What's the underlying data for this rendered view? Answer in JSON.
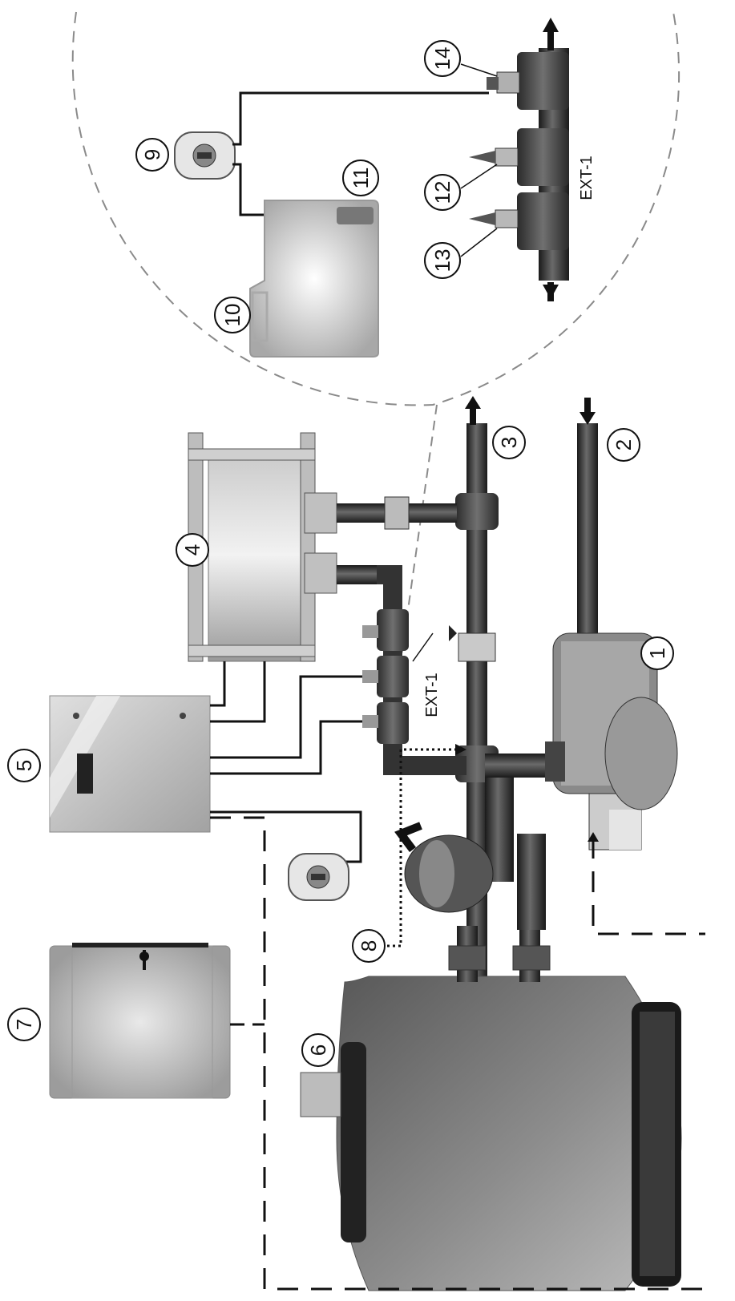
{
  "diagram": {
    "components": {
      "pump": "1",
      "inlet_pipe": "2",
      "outlet_pipe": "3",
      "heat_exchanger": "4",
      "controller_box": "5",
      "filter_valve": "6",
      "auxiliary_cabinet": "7",
      "dashed_flow_line": "8",
      "dosing_pump": "9",
      "chemical_tank": "10",
      "suction_probe": "11",
      "probe_a": "12",
      "probe_b": "13",
      "probe_holder": "14"
    },
    "labels": {
      "ext_main": "EXT-1",
      "ext_detail": "EXT-1"
    }
  },
  "colors": {
    "line": "#111111",
    "dashed_circle": "#8a8a8a",
    "pipe": "#2a2a2a",
    "metal_light": "#d8d8d8",
    "metal_mid": "#9a9a9a",
    "body_dark": "#4a4a4a"
  }
}
